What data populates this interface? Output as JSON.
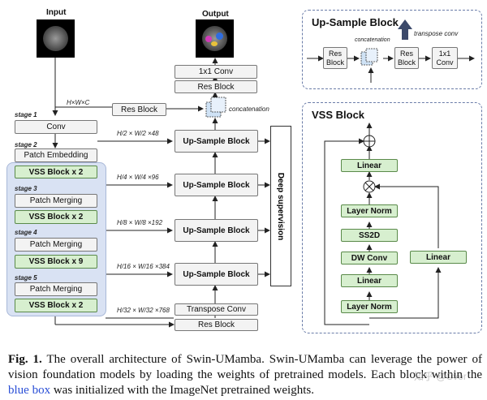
{
  "labels": {
    "input": "Input",
    "output": "Output",
    "hwc": "H×W×C",
    "concatenation": "concatenation",
    "transpose_conv_note": "transpose conv",
    "deep_supervision": "Deep supervision"
  },
  "stages": [
    "stage 1",
    "stage 2",
    "stage 3",
    "stage 4",
    "stage 5"
  ],
  "dims": [
    "H/2 × W/2 ×48",
    "H/4 × W/4 ×96",
    "H/8 × W/8 ×192",
    "H/16 × W/16 ×384",
    "H/32 × W/32 ×768"
  ],
  "encoder": {
    "conv": "Conv",
    "patch_embedding": "Patch Embedding",
    "vss1": "VSS Block x 2",
    "patch_merging": "Patch Merging",
    "vss2": "VSS Block x 2",
    "vss3": "VSS Block x 9",
    "vss4": "VSS Block x 2",
    "res_block": "Res Block"
  },
  "decoder": {
    "conv1x1": "1x1 Conv",
    "res_block": "Res Block",
    "up_sample": "Up-Sample Block",
    "transpose_conv": "Transpose Conv",
    "bottom_res": "Res Block"
  },
  "upsample_panel": {
    "title": "Up-Sample Block",
    "res_block_a": "Res Block",
    "concatenation": "concatenation",
    "res_block_b": "Res Block",
    "conv": "1x1 Conv"
  },
  "vss_panel": {
    "title": "VSS Block",
    "linear_top": "Linear",
    "layer_norm_mid": "Layer Norm",
    "ss2d": "SS2D",
    "dw_conv": "DW Conv",
    "linear_mid": "Linear",
    "layer_norm_bot": "Layer Norm",
    "linear_side": "Linear"
  },
  "caption": {
    "fig": "Fig. 1.",
    "part1": " The overall architecture of Swin-UMamba. Swin-UMamba can leverage the power of vision foundation models by loading the weights of pretrained models. Each block within the ",
    "blue": "blue box",
    "part2": " was initialized with the ImageNet pretrained weights."
  },
  "watermark": "知乎 @Cver",
  "colors": {
    "green_block": "#d7efcf",
    "gray_block": "#f3f3f3",
    "blue_region": "#d9e2f3",
    "panel_border": "#6a7ca8"
  }
}
